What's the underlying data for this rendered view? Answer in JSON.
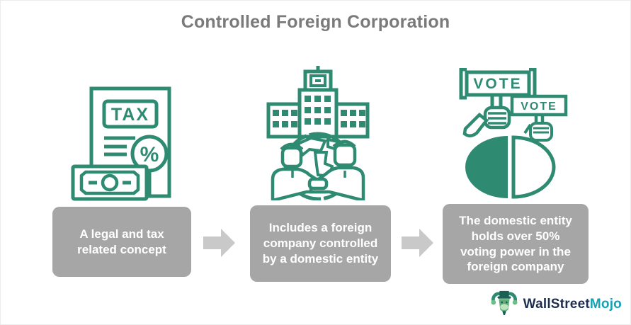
{
  "title": "Controlled Foreign Corporation",
  "steps": [
    {
      "icon": "tax-document-icon",
      "label": "A legal and tax\nrelated concept"
    },
    {
      "icon": "corporation-globe-handshake-icon",
      "label": "Includes a foreign\ncompany controlled\nby a domestic entity"
    },
    {
      "icon": "vote-majority-icon",
      "label": "The domestic entity\nholds over 50%\nvoting power in the\nforeign company"
    }
  ],
  "icon_text": {
    "tax": "TAX",
    "percent": "%",
    "vote_top": "VOTE",
    "vote_bottom": "VOTE"
  },
  "logo": {
    "brand_primary": "WallStreet",
    "brand_secondary": "Mojo"
  },
  "colors": {
    "icon_green": "#2e8b72",
    "box_gray": "#a6a6a6",
    "arrow_gray": "#c9c9c9",
    "title_gray": "#7a7a7a",
    "text_white": "#ffffff",
    "logo_navy": "#1e2e4f",
    "logo_teal": "#13a3b5"
  }
}
